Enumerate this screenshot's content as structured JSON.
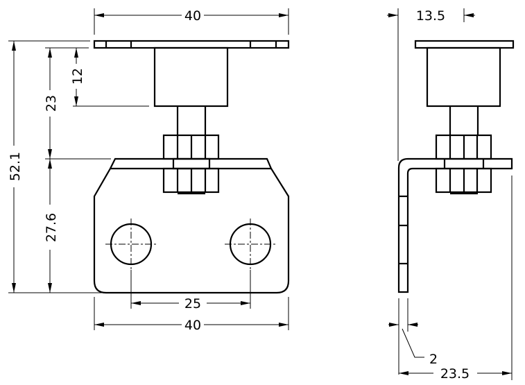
{
  "drawing": {
    "front_view": {
      "dimensions": {
        "top_width": "40",
        "overall_height": "52.1",
        "upper_height": "23",
        "body_height": "12",
        "bracket_height": "27.6",
        "hole_spacing": "25",
        "bottom_width": "40"
      }
    },
    "side_view": {
      "dimensions": {
        "offset": "13.5",
        "thickness": "2",
        "overall_depth": "23.5"
      }
    }
  }
}
